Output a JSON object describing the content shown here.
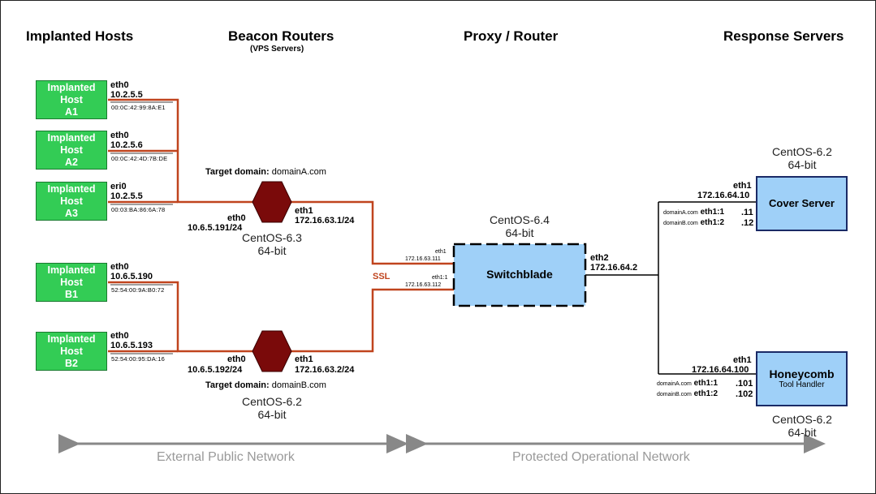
{
  "headers": {
    "implanted_hosts": "Implanted Hosts",
    "beacon_routers": "Beacon Routers",
    "beacon_routers_sub": "(VPS Servers)",
    "proxy_router": "Proxy / Router",
    "response_servers": "Response Servers"
  },
  "hosts": {
    "a1": {
      "line1": "Implanted",
      "line2": "Host",
      "line3": "A1",
      "iface": "eth0",
      "ip": "10.2.5.5",
      "mac": "00:0C:42:99:8A:E1"
    },
    "a2": {
      "line1": "Implanted",
      "line2": "Host",
      "line3": "A2",
      "iface": "eth0",
      "ip": "10.2.5.6",
      "mac": "00:0C:42:4D:7B:DE"
    },
    "a3": {
      "line1": "Implanted",
      "line2": "Host",
      "line3": "A3",
      "iface": "eri0",
      "ip": "10.2.5.5",
      "mac": "00:03:BA:86:6A:78"
    },
    "b1": {
      "line1": "Implanted",
      "line2": "Host",
      "line3": "B1",
      "iface": "eth0",
      "ip": "10.6.5.190",
      "mac": "52:54:00:9A:B0:72"
    },
    "b2": {
      "line1": "Implanted",
      "line2": "Host",
      "line3": "B2",
      "iface": "eth0",
      "ip": "10.6.5.193",
      "mac": "52:54:00:95:DA:16"
    }
  },
  "beacon_a": {
    "target_label": "Target domain:",
    "target_domain": "domainA.com",
    "eth0_name": "eth0",
    "eth0_ip": "10.6.5.191/24",
    "eth1_name": "eth1",
    "eth1_ip": "172.16.63.1/24",
    "os_line1": "CentOS-6.3",
    "os_line2": "64-bit"
  },
  "beacon_b": {
    "target_label": "Target domain:",
    "target_domain": "domainB.com",
    "eth0_name": "eth0",
    "eth0_ip": "10.6.5.192/24",
    "eth1_name": "eth1",
    "eth1_ip": "172.16.63.2/24",
    "os_line1": "CentOS-6.2",
    "os_line2": "64-bit"
  },
  "switchblade": {
    "label": "Switchblade",
    "os_line1": "CentOS-6.4",
    "os_line2": "64-bit",
    "eth1_name": "eth1",
    "eth1_ip": "172.16.63.111",
    "eth11_name": "eth1:1",
    "eth11_ip": "172.16.63.112",
    "eth2_name": "eth2",
    "eth2_ip": "172.16.64.2",
    "ssl": "SSL"
  },
  "cover_server": {
    "label": "Cover Server",
    "os_line1": "CentOS-6.2",
    "os_line2": "64-bit",
    "eth1_name": "eth1",
    "eth1_ip": "172.16.64.10",
    "alias1_domain": "domainA.com",
    "alias1_name": "eth1:1",
    "alias1_ip": ".11",
    "alias2_domain": "domainB.com",
    "alias2_name": "eth1:2",
    "alias2_ip": ".12"
  },
  "honeycomb": {
    "label": "Honeycomb",
    "sublabel": "Tool Handler",
    "os_line1": "CentOS-6.2",
    "os_line2": "64-bit",
    "eth1_name": "eth1",
    "eth1_ip": "172.16.64.100",
    "alias1_domain": "domainA.com",
    "alias1_name": "eth1:1",
    "alias1_ip": ".101",
    "alias2_domain": "domainB.com",
    "alias2_name": "eth1:2",
    "alias2_ip": ".102"
  },
  "networks": {
    "external": "External Public Network",
    "protected": "Protected Operational Network"
  },
  "colors": {
    "host_green": "#33cc55",
    "link_red": "#c0441e",
    "router_maroon": "#7a0a0a",
    "server_blue": "#9fd0f8",
    "arrow_gray": "#888888"
  }
}
